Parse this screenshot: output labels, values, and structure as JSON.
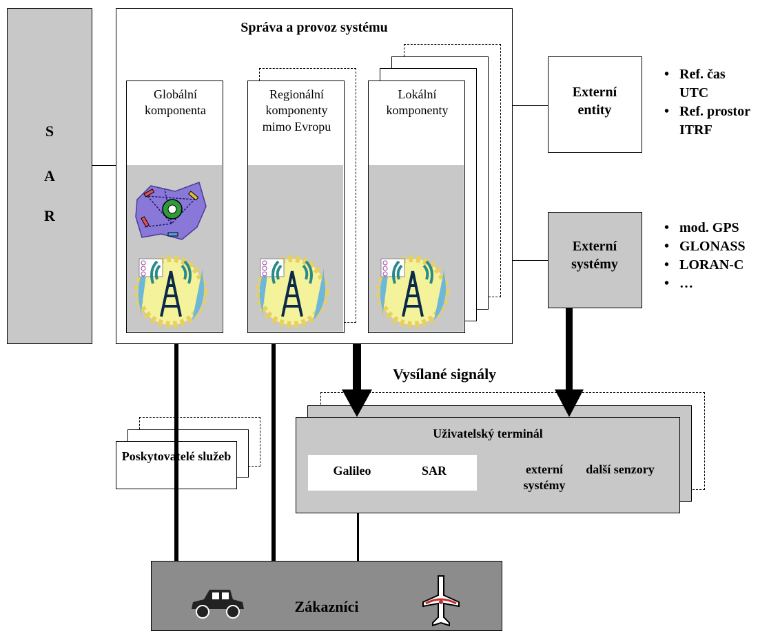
{
  "sar_column": {
    "letters": [
      "S",
      "A",
      "R"
    ]
  },
  "main_system": {
    "title": "Správa a provoz systému",
    "components": [
      {
        "label": "Globální komponenta"
      },
      {
        "label": "Regionální komponenty mimo Evropu"
      },
      {
        "label": "Lokální komponenty"
      }
    ]
  },
  "external_entities": {
    "label": "Externí entity",
    "bullets": [
      "Ref. čas UTC",
      "Ref. prostor ITRF"
    ]
  },
  "external_systems": {
    "label": "Externí systémy",
    "bullets": [
      "mod. GPS",
      "GLONASS",
      "LORAN-C",
      "…"
    ]
  },
  "signals": {
    "label": "Vysílané signály"
  },
  "providers": {
    "label": "Poskytovatelé služeb"
  },
  "terminal": {
    "title": "Uživatelský terminál",
    "items": [
      "Galileo",
      "SAR",
      "externí systémy",
      "další senzory"
    ]
  },
  "customers": {
    "label": "Zákazníci"
  },
  "icons": [
    "satellite-network-icon",
    "antenna-tower-icon",
    "car-icon",
    "airplane-icon"
  ],
  "colors": {
    "gray": "#c8c8c8",
    "dark_gray": "#8c8c8c",
    "line": "#000000"
  }
}
